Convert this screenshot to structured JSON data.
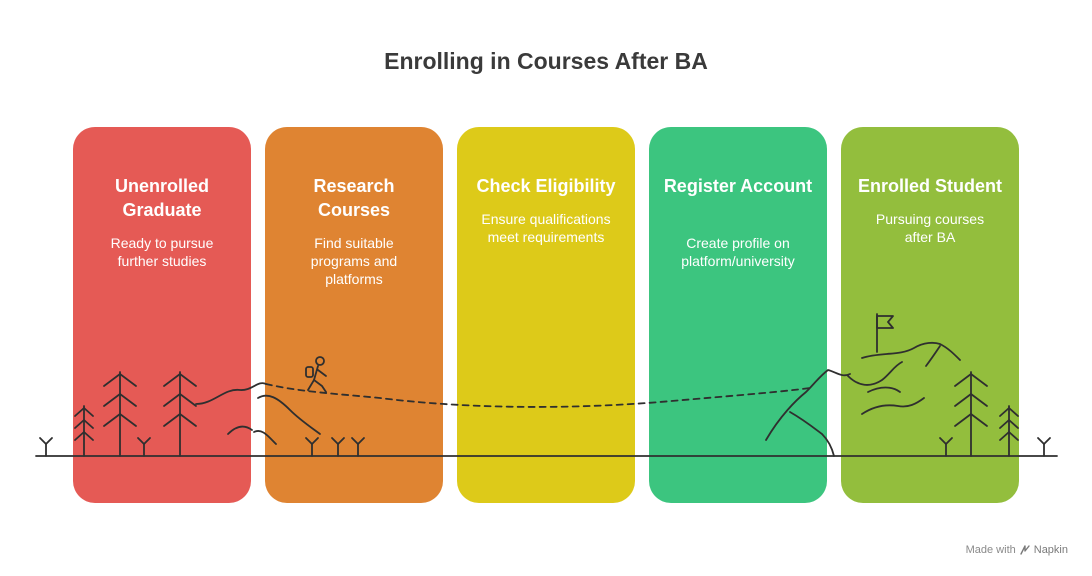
{
  "title": "Enrolling in Courses After BA",
  "steps": [
    {
      "title": "Unenrolled Graduate",
      "description": "Ready to pursue further studies",
      "color": "#E55A55"
    },
    {
      "title": "Research Courses",
      "description": "Find suitable programs and platforms",
      "color": "#DF8432"
    },
    {
      "title": "Check Eligibility",
      "description": "Ensure qualifications meet requirements",
      "color": "#DDCA19"
    },
    {
      "title": "Register Account",
      "description": "Create profile on platform/university",
      "color": "#3CC57F"
    },
    {
      "title": "Enrolled Student",
      "description": "Pursuing courses after BA",
      "color": "#93BE3D"
    }
  ],
  "footer": {
    "made_with": "Made with",
    "brand": "Napkin"
  },
  "icons": [
    "pine-tree-icon",
    "hiker-icon",
    "flag-icon",
    "mountain-icon",
    "grass-sprout-icon",
    "napkin-logo-icon"
  ]
}
